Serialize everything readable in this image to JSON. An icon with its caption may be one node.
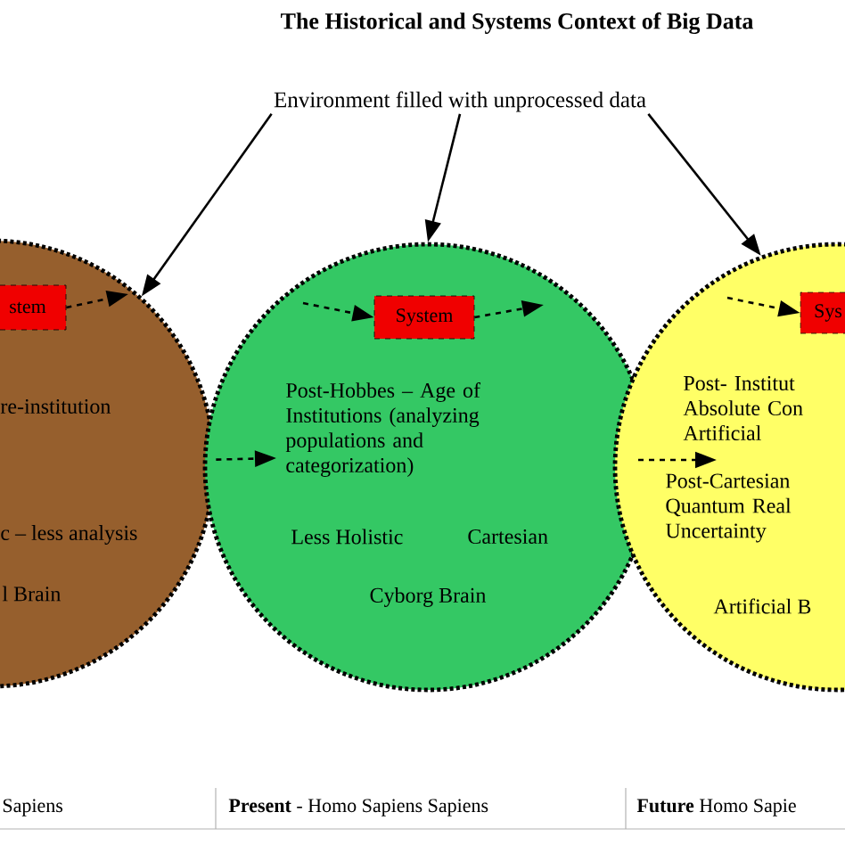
{
  "diagram": {
    "title": "The Historical and Systems Context of Big Data",
    "nodes": [
      {
        "text": [
          "Environment filled with unprocessed data"
        ]
      },
      {
        "text": [
          "re-institution",
          "c – less analysis",
          "l Brain"
        ]
      },
      {
        "text": [
          "stem"
        ],
        "in": 1
      },
      {
        "text": [
          "Post-Hobbes – Age of Institutions (analyzing populations and categorization)",
          "Less Holistic",
          "Cartesian",
          "Cyborg Brain"
        ]
      },
      {
        "text": [
          "System"
        ],
        "in": 3
      },
      {
        "text": [
          "Post- Institut Absolute Con Artificial",
          "Post-Cartesian Quantum Real Uncertainty",
          "Artificial B"
        ]
      },
      {
        "text": [
          "Sys"
        ],
        "in": 5
      }
    ],
    "edges": [
      {
        "from": 0,
        "to": 1,
        "arrow": "to"
      },
      {
        "from": 0,
        "to": 3,
        "arrow": "to"
      },
      {
        "from": 0,
        "to": 5,
        "arrow": "to"
      },
      {
        "from": 2,
        "to": null,
        "arrow": "to",
        "style": "dashed"
      },
      {
        "from": null,
        "to": 4,
        "arrow": "to",
        "style": "dashed"
      },
      {
        "from": 4,
        "to": null,
        "arrow": "to",
        "style": "dashed"
      },
      {
        "from": null,
        "to": 6,
        "arrow": "to",
        "style": "dashed"
      },
      {
        "from": 1,
        "to": 3,
        "arrow": "to",
        "style": "dashed"
      },
      {
        "from": 3,
        "to": 5,
        "arrow": "to",
        "style": "dashed"
      }
    ],
    "labels": [
      "Sapiens",
      "**Present** - Homo Sapiens Sapiens",
      "**Future** Homo Sapie"
    ]
  }
}
